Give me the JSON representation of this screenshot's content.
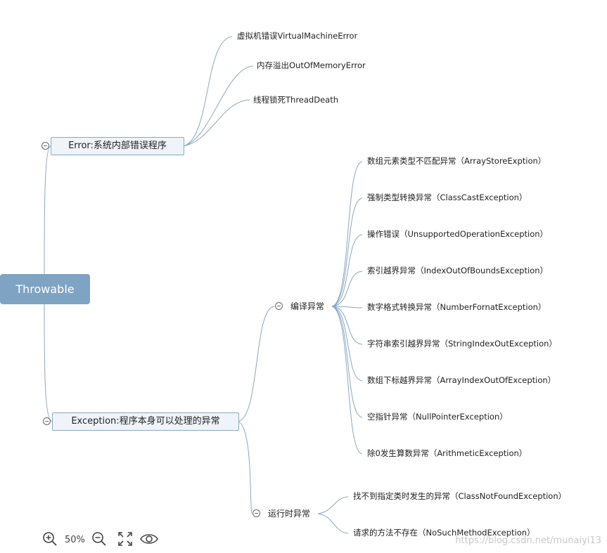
{
  "mindmap": {
    "root": "Throwable",
    "error": {
      "label": "Error:系统内部错误程序",
      "children": [
        "虚拟机错误VirtualMachineError",
        "内存溢出OutOfMemoryError",
        "线程锁死ThreadDeath"
      ]
    },
    "exception": {
      "label": "Exception:程序本身可以处理的异常",
      "checked": {
        "label": "编译异常",
        "children": [
          "数组元素类型不匹配异常（ArrayStoreExption）",
          "强制类型转换异常（ClassCastException）",
          "操作错误（UnsupportedOperationException）",
          "索引越界异常（IndexOutOfBoundsException）",
          "数字格式转换异常（NumberFornatException）",
          "字符串索引越界异常（StringIndexOutException）",
          "数组下标越界异常（ArrayIndexOutOfException）",
          "空指针异常（NullPointerException）",
          "除0发生算数异常（ArithmeticException）"
        ]
      },
      "runtime": {
        "label": "运行时异常",
        "children": [
          "找不到指定类时发生的异常（ClassNotFoundException）",
          "请求的方法不存在（NoSuchMethodException）"
        ]
      }
    }
  },
  "toolbar": {
    "zoom": "50%",
    "icons": [
      "zoom-in-icon",
      "zoom-out-icon",
      "fit-screen-icon",
      "eye-icon"
    ]
  },
  "watermark": "https://blog.csdn.net/munaiyi13",
  "colors": {
    "root_fill": "#7fa3c2",
    "link": "#8aa7c2",
    "box_fill": "#eef4fa"
  }
}
